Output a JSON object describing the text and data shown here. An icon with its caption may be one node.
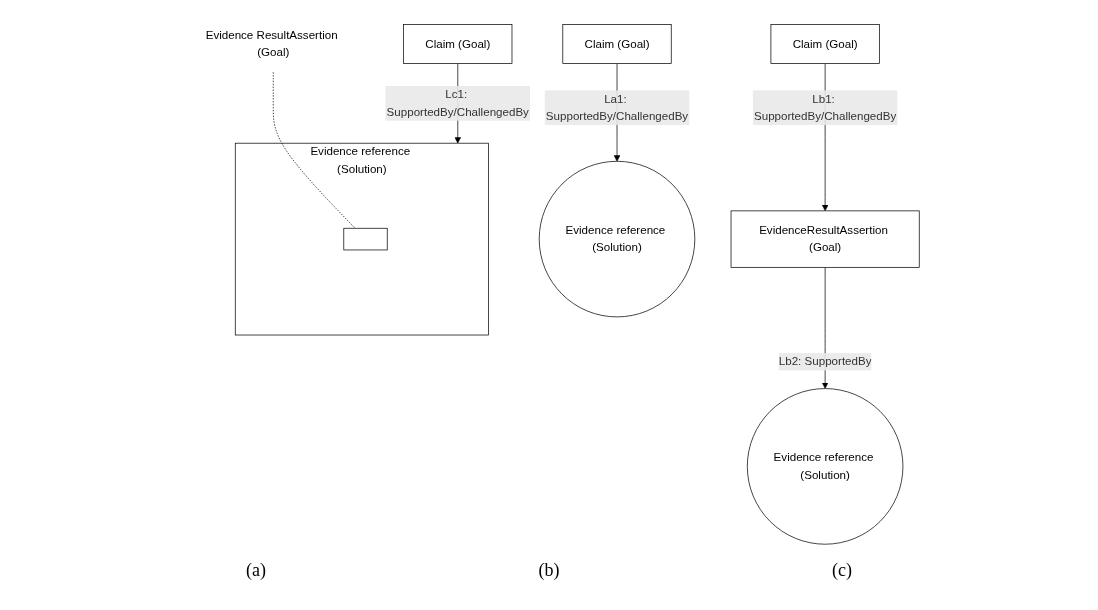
{
  "diagram": {
    "nodes": [
      {
        "text": [
          "Claim (Goal)"
        ]
      },
      {
        "text": [
          "Evidence reference (Solution)"
        ]
      },
      {
        "text": [
          "Claim (Goal)"
        ]
      },
      {
        "text": [
          "EvidenceResultAssertion (Goal)"
        ]
      },
      {
        "text": [
          "Evidence reference (Solution)"
        ]
      },
      {
        "text": [
          "Claim (Goal)"
        ]
      },
      {
        "text": [
          "Evidence reference (Solution)"
        ]
      },
      {
        "text": [],
        "shape": "box",
        "in": 6
      },
      {
        "text": [
          "Evidence ResultAssertion (Goal)"
        ]
      }
    ],
    "edges": [
      {
        "from": 0,
        "to": 1,
        "arrow": "to",
        "label": "La1: SupportedBy/ChallengedBy"
      },
      {
        "from": 2,
        "to": 3,
        "arrow": "to",
        "label": "Lb1: SupportedBy/ChallengedBy"
      },
      {
        "from": 3,
        "to": 4,
        "arrow": "to",
        "label": "Lb2: SupportedBy"
      },
      {
        "from": 5,
        "to": 6,
        "arrow": "to",
        "label": "Lc1: SupportedBy/ChallengedBy"
      },
      {
        "from": 8,
        "to": 7,
        "arrow": "none",
        "style": "dashed"
      }
    ],
    "labels": [
      "(a)",
      "(b)",
      "(c)"
    ]
  }
}
